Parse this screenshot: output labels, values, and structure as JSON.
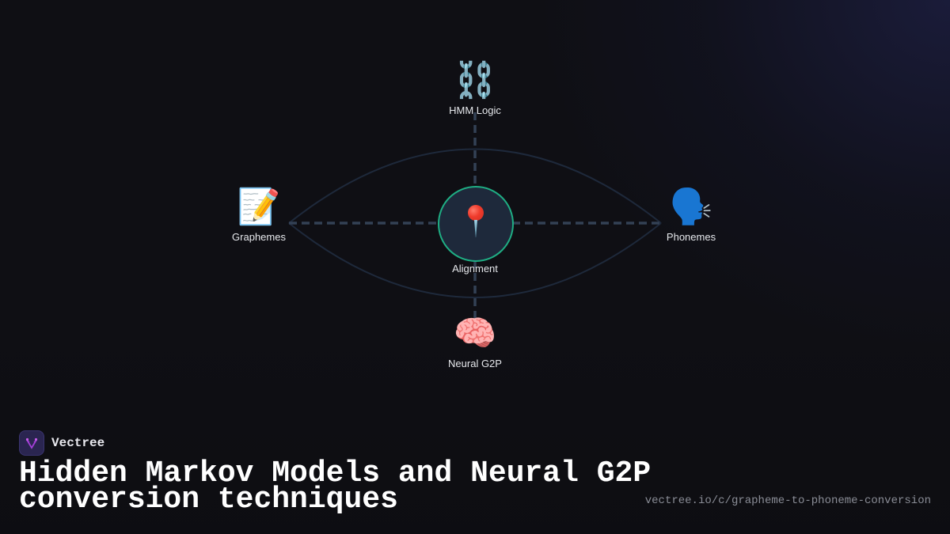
{
  "diagram": {
    "center": {
      "label": "Alignment",
      "icon": "round-pushpin-icon",
      "border_color": "#1fae84",
      "fill_color": "#1e293b"
    },
    "nodes": {
      "top": {
        "label": "HMM Logic",
        "icon": "chains-icon",
        "emoji": "⛓️"
      },
      "left": {
        "label": "Graphemes",
        "icon": "memo-icon",
        "emoji": "📝"
      },
      "right": {
        "label": "Phonemes",
        "icon": "speaking-head-icon",
        "emoji": "🗣️"
      },
      "bottom": {
        "label": "Neural G2P",
        "icon": "brain-icon",
        "emoji": "🧠"
      }
    },
    "connector_color": "#334155",
    "arc_color": "#1e293b"
  },
  "footer": {
    "brand_name": "Vectree",
    "title": "Hidden Markov Models and Neural G2P conversion techniques",
    "url": "vectree.io/c/grapheme-to-phoneme-conversion"
  }
}
